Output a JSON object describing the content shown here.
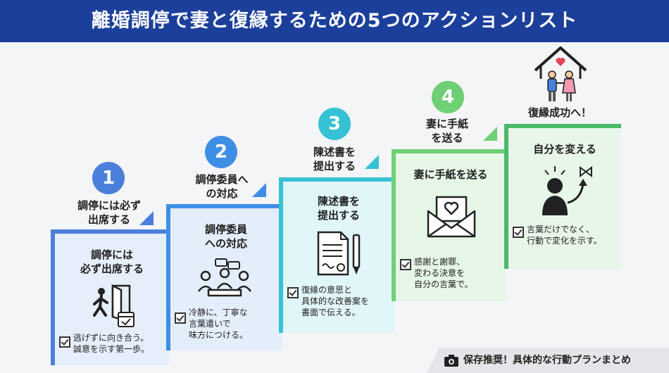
{
  "title": "離婚調停で妻と復縁するための5つのアクションリスト",
  "steps": [
    {
      "number": "1",
      "label_line1": "調停には必ず",
      "label_line2": "出席する",
      "card_line1": "調停には",
      "card_line2": "必ず出席する",
      "icon": "door-exit-icon",
      "desc_line1": "逃げずに向き合う。",
      "desc_line2": "誠意を示す第一歩。",
      "color": "#4a7fdc"
    },
    {
      "number": "2",
      "label_line1": "調停委員へ",
      "label_line2": "の対応",
      "card_line1": "調停委員",
      "card_line2": "への対応",
      "icon": "meeting-icon",
      "desc_line1": "冷静に、丁寧な",
      "desc_line2": "言葉遣いで",
      "desc_line3": "味方につける。",
      "color": "#3f8ee6"
    },
    {
      "number": "3",
      "label_line1": "陳述書を",
      "label_line2": "提出する",
      "card_line1": "陳述書を",
      "card_line2": "提出する",
      "icon": "document-pen-icon",
      "desc_line1": "復縁の意思と",
      "desc_line2": "具体的な改善案を",
      "desc_line3": "書面で伝える。",
      "color": "#35c2d4"
    },
    {
      "number": "4",
      "label_line1": "妻に手紙",
      "label_line2": "を送る",
      "card_line1": "妻に手紙を送る",
      "icon": "letter-heart-icon",
      "desc_line1": "感謝と謝罪、",
      "desc_line2": "変わる決意を",
      "desc_line3": "自分の言葉で。",
      "color": "#6fcf74"
    },
    {
      "label_line1": "復縁成功へ！",
      "card_line1": "自分を変える",
      "icon": "person-growth-icon",
      "desc_line1": "言葉だけでなく、",
      "desc_line2": "行動で変化を示す。",
      "color": "#4cb86a"
    }
  ],
  "goal_icon": "family-house-icon",
  "footer": {
    "icon": "camera-icon",
    "text": "保存推奨！具体的な行動プランまとめ"
  }
}
